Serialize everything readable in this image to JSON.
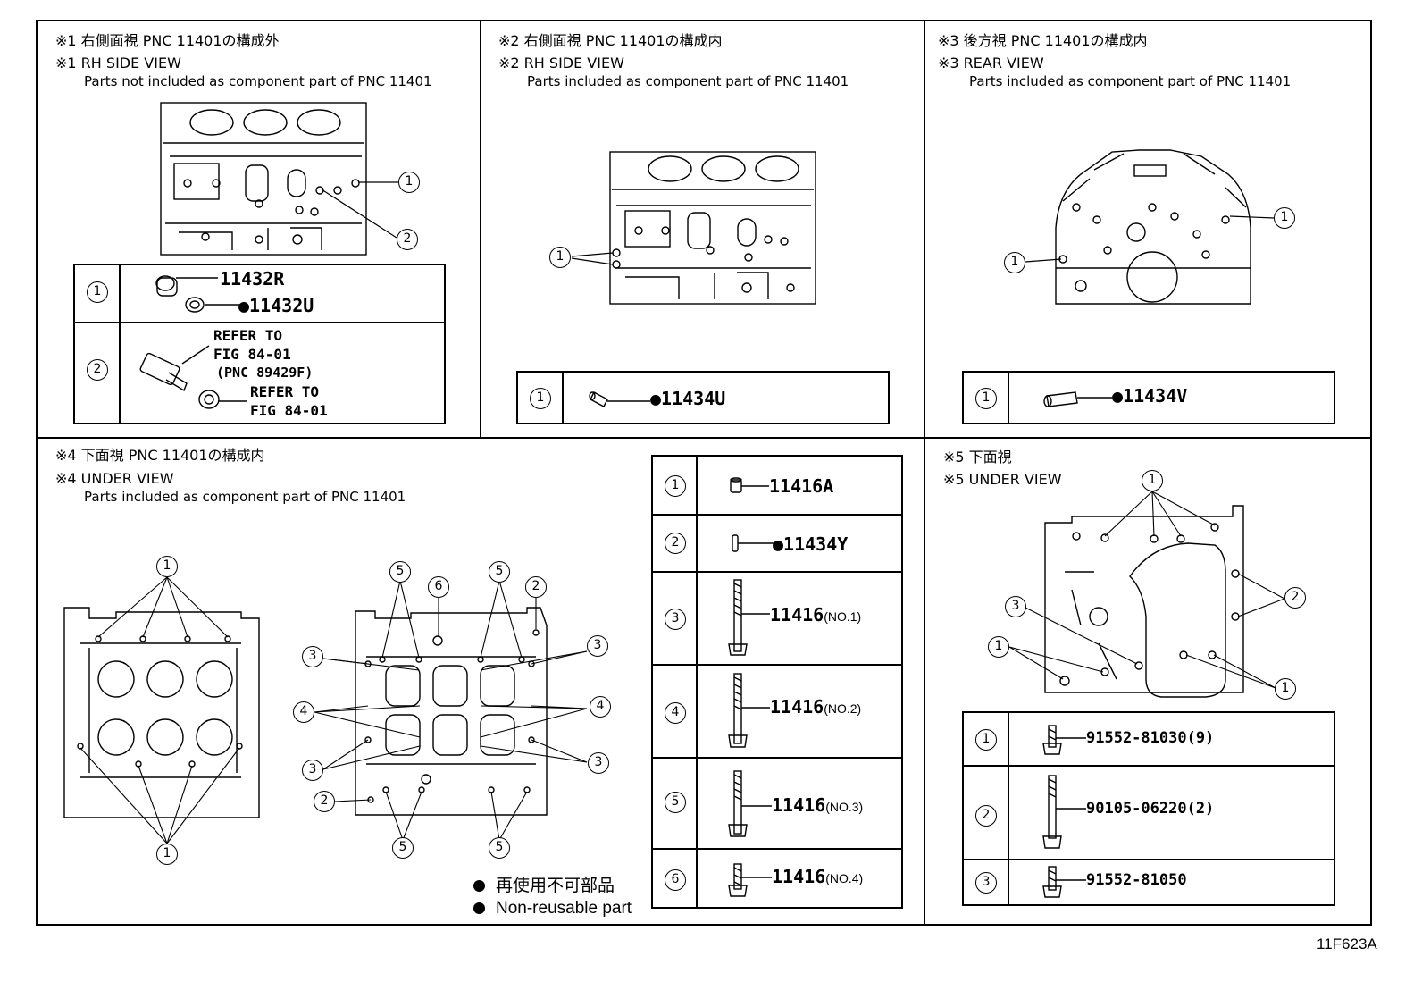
{
  "figure_code": "11F623A",
  "panels": {
    "p1": {
      "title_jp": "※1 右側面視  PNC 11401の構成外",
      "title_en": "※1 RH SIDE VIEW",
      "note": "Parts not included as component part of PNC 11401",
      "callouts": [
        "1",
        "2"
      ],
      "parts": [
        {
          "num": "1",
          "items": [
            "11432R",
            "●11432U"
          ]
        },
        {
          "num": "2",
          "items": [
            "REFER TO",
            "FIG 84-01",
            "(PNC 89429F)",
            "REFER TO",
            "FIG 84-01"
          ]
        }
      ]
    },
    "p2": {
      "title_jp": "※2 右側面視  PNC 11401の構成内",
      "title_en": "※2 RH SIDE VIEW",
      "note": "Parts included as component part of PNC 11401",
      "callouts": [
        "1"
      ],
      "parts": [
        {
          "num": "1",
          "part": "●11434U"
        }
      ]
    },
    "p3": {
      "title_jp": "※3 後方視  PNC 11401の構成内",
      "title_en": "※3 REAR VIEW",
      "note": "Parts included as component part of PNC 11401",
      "callouts": [
        "1",
        "1"
      ],
      "parts": [
        {
          "num": "1",
          "part": "●11434V"
        }
      ]
    },
    "p4": {
      "title_jp": "※4 下面視  PNC 11401の構成内",
      "title_en": "※4 UNDER VIEW",
      "note": "Parts included as component part of PNC 11401",
      "callouts_left": [
        "1",
        "1"
      ],
      "callouts_right": [
        "5",
        "6",
        "5",
        "2",
        "3",
        "3",
        "4",
        "4",
        "3",
        "3",
        "2",
        "5",
        "5"
      ],
      "parts": [
        {
          "num": "1",
          "part": "11416A",
          "suffix": ""
        },
        {
          "num": "2",
          "part": "●11434Y",
          "suffix": ""
        },
        {
          "num": "3",
          "part": "11416",
          "suffix": "(NO.1)"
        },
        {
          "num": "4",
          "part": "11416",
          "suffix": "(NO.2)"
        },
        {
          "num": "5",
          "part": "11416",
          "suffix": "(NO.3)"
        },
        {
          "num": "6",
          "part": "11416",
          "suffix": "(NO.4)"
        }
      ]
    },
    "p5": {
      "title_jp": "※5 下面視",
      "title_en": "※5 UNDER VIEW",
      "callouts": [
        "1",
        "2",
        "3",
        "1",
        "1"
      ],
      "parts": [
        {
          "num": "1",
          "part": "91552-81030(9)"
        },
        {
          "num": "2",
          "part": "90105-06220(2)"
        },
        {
          "num": "3",
          "part": "91552-81050"
        }
      ]
    }
  },
  "legend": {
    "jp": "再使用不可部品",
    "en": "Non-reusable part"
  }
}
